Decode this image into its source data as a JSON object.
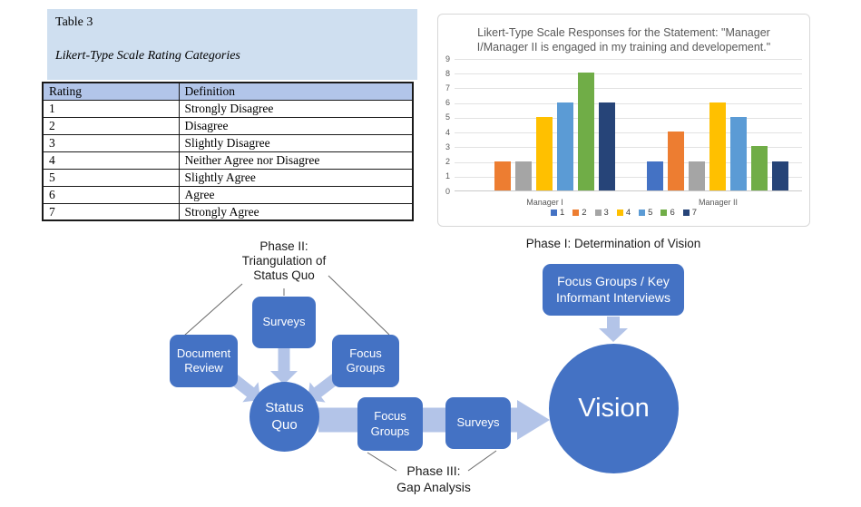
{
  "table_section": {
    "caption": "Table 3",
    "subtitle": "Likert-Type Scale Rating Categories",
    "table": {
      "headers": [
        "Rating",
        "Definition"
      ],
      "rows": [
        [
          "1",
          "Strongly Disagree"
        ],
        [
          "2",
          "Disagree"
        ],
        [
          "3",
          "Slightly Disagree"
        ],
        [
          "4",
          "Neither Agree nor Disagree"
        ],
        [
          "5",
          "Slightly Agree"
        ],
        [
          "6",
          "Agree"
        ],
        [
          "7",
          "Strongly Agree"
        ]
      ]
    },
    "colors": {
      "banner_bg": "#cfdff0",
      "header_bg": "#b2c5e9"
    }
  },
  "chart": {
    "title_line1": "Likert-Type Scale Responses for the Statement: \"Manager",
    "title_line2": "I/Manager II is engaged in my training and developement.\""
  },
  "chart_data": {
    "type": "bar",
    "title": "Likert-Type Scale Responses for the Statement: \"Manager I/Manager II is engaged in my training and developement.\"",
    "categories": [
      "Manager I",
      "Manager II"
    ],
    "series": [
      {
        "name": "1",
        "color": "#4472C4",
        "values": [
          0,
          2
        ]
      },
      {
        "name": "2",
        "color": "#ED7D31",
        "values": [
          2,
          4
        ]
      },
      {
        "name": "3",
        "color": "#A5A5A5",
        "values": [
          2,
          2
        ]
      },
      {
        "name": "4",
        "color": "#FFC000",
        "values": [
          5,
          6
        ]
      },
      {
        "name": "5",
        "color": "#5B9BD5",
        "values": [
          6,
          5
        ]
      },
      {
        "name": "6",
        "color": "#70AD47",
        "values": [
          8,
          3
        ]
      },
      {
        "name": "7",
        "color": "#264478",
        "values": [
          6,
          2
        ]
      }
    ],
    "ylim": [
      0,
      9
    ],
    "ytick_step": 1,
    "grid": true,
    "legend_position": "bottom",
    "xlabel": "",
    "ylabel": ""
  },
  "diagram": {
    "labels": {
      "phase2": [
        "Phase II:",
        "Triangulation of",
        "Status Quo"
      ],
      "phase1": "Phase I: Determination of Vision",
      "phase3": [
        "Phase III:",
        "Gap Analysis"
      ]
    },
    "nodes": {
      "surveys_top": "Surveys",
      "document_review": "Document Review",
      "focus_groups_top": "Focus Groups",
      "status_quo": "Status Quo",
      "focus_groups_mid": "Focus Groups",
      "surveys_mid": "Surveys",
      "focus_key": "Focus Groups / Key Informant Interviews",
      "vision": "Vision"
    },
    "colors": {
      "node_fill": "#4472c4",
      "arrow_fill": "#b3c4e8",
      "connector_gray": "#6a6a6a",
      "node_text": "#ffffff"
    }
  }
}
